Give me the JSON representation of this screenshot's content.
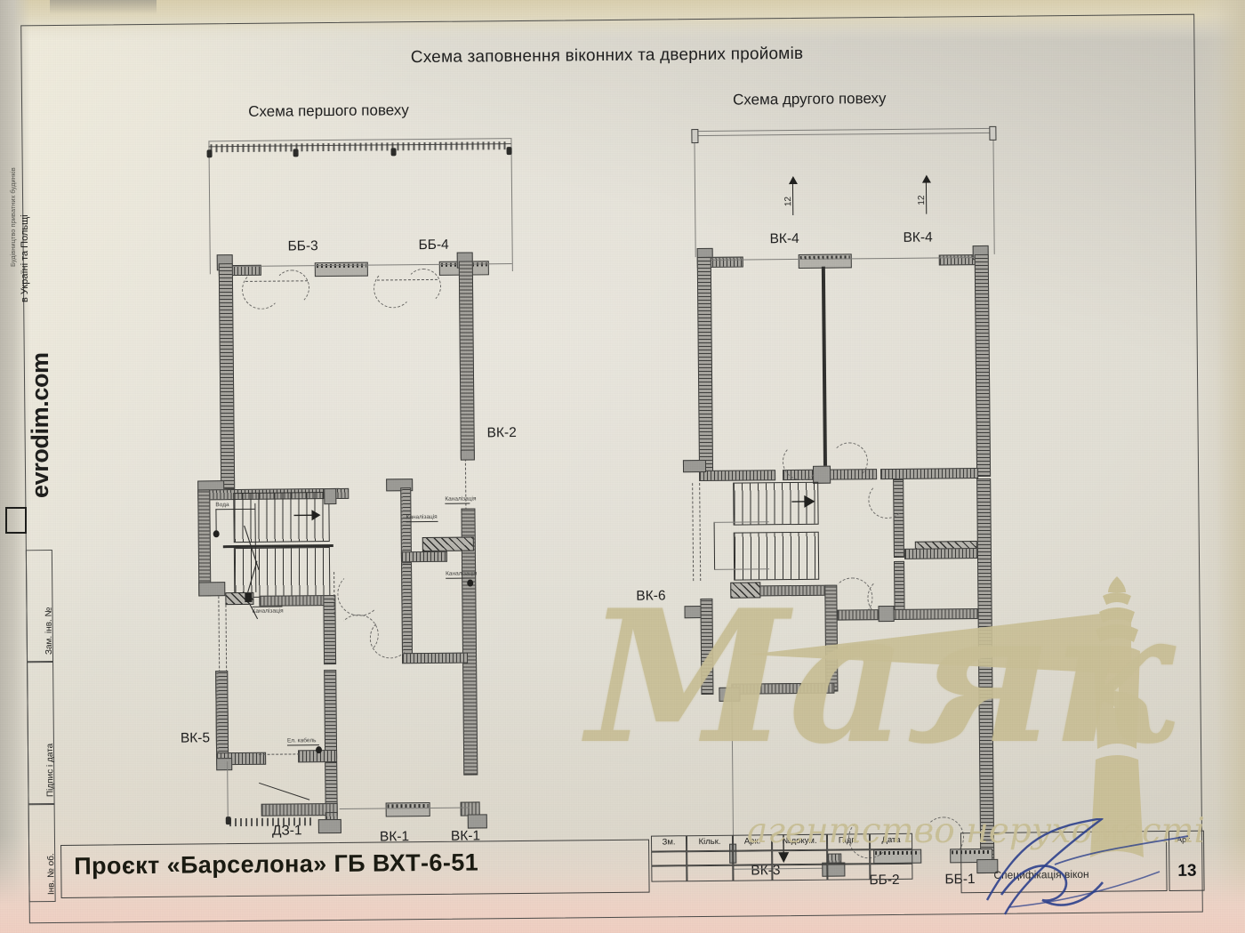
{
  "document": {
    "main_title": "Схема заповнення віконних та дверних пройомів",
    "subtitle_left": "Схема першого повеху",
    "subtitle_right": "Схема другого повеху"
  },
  "brand_sidebar": {
    "site": "evrodim.com",
    "tagline": "в Україні та Польщі",
    "tagline_small": "Будівництво приватних будинків",
    "stamp_rows": [
      "Зам. інв. №",
      "Підпис і дата",
      "Інв. № об."
    ]
  },
  "plan_first_floor": {
    "name": "Схема першого повеху",
    "labels": [
      {
        "id": "bb-3",
        "text": "ББ-3"
      },
      {
        "id": "bb-4",
        "text": "ББ-4"
      },
      {
        "id": "vk-2",
        "text": "ВК-2"
      },
      {
        "id": "vk-5",
        "text": "ВК-5"
      },
      {
        "id": "dz-1",
        "text": "ДЗ-1"
      },
      {
        "id": "vk-1-a",
        "text": "ВК-1"
      },
      {
        "id": "vk-1-b",
        "text": "ВК-1"
      }
    ],
    "annotations": [
      {
        "id": "ann-vody",
        "text": "Вода"
      },
      {
        "id": "ann-kanal-1",
        "text": "Каналізація"
      },
      {
        "id": "ann-kanal-2",
        "text": "Каналізація"
      },
      {
        "id": "ann-kanal-3",
        "text": "Каналізація"
      },
      {
        "id": "ann-kanal-4",
        "text": "Каналізація"
      },
      {
        "id": "ann-cable",
        "text": "Ел. кабель"
      }
    ]
  },
  "plan_second_floor": {
    "name": "Схема другого повеху",
    "labels": [
      {
        "id": "vk-4-a",
        "text": "ВК-4"
      },
      {
        "id": "vk-4-b",
        "text": "ВК-4"
      },
      {
        "id": "vk-6",
        "text": "ВК-6"
      },
      {
        "id": "vk-3",
        "text": "ВК-3"
      },
      {
        "id": "bb-2",
        "text": "ББ-2"
      },
      {
        "id": "bb-1",
        "text": "ББ-1"
      }
    ],
    "slope_marks": [
      {
        "id": "slope-a",
        "text": "12"
      },
      {
        "id": "slope-b",
        "text": "12"
      }
    ]
  },
  "title_block": {
    "project_title": "Проєкт «Барселона» ГБ ВХТ-6-51",
    "columns": [
      "Зм.",
      "Кільк.",
      "Арк.",
      "№докум.",
      "Підп.",
      "Дата"
    ],
    "sheet_caption": "Специфікація вікон",
    "sheet_label": "Арк",
    "sheet_number": "13"
  },
  "watermark": {
    "word": "Маяк",
    "subtitle": "агентство нерухомості"
  },
  "colors": {
    "paper": "#e2dfd5",
    "ink": "#1d1d1d",
    "wall_fill": "#9b9a95",
    "wall_stroke": "#3b3b39",
    "watermark": "#c9bf96",
    "signature": "#2b3f8c"
  }
}
